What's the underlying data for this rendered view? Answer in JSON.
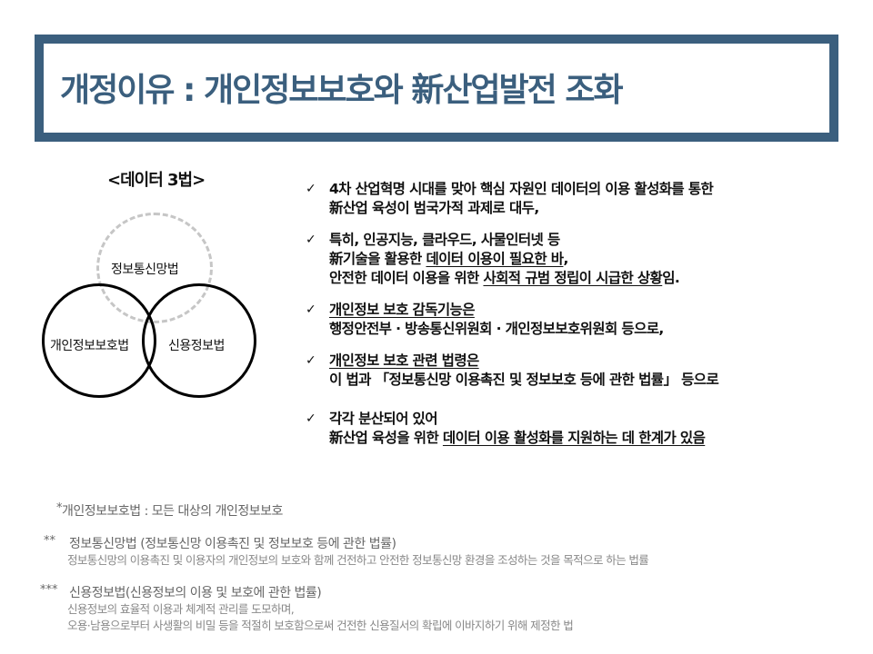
{
  "title": "개정이유 : 개인정보보호와 新산업발전 조화",
  "venn": {
    "heading": "<데이터 3법>",
    "circles": [
      {
        "label": "정보통신망법",
        "style": "dashed"
      },
      {
        "label": "개인정보보호법",
        "style": "solid"
      },
      {
        "label": "신용정보법",
        "style": "solid"
      }
    ]
  },
  "bullets": [
    {
      "icon": "checkmark-icon",
      "lines": [
        [
          {
            "text": "4차 산업혁명 시대를 맞아 핵심 자원인 데이터의 이용 활성화를 통한",
            "u": false
          }
        ],
        [
          {
            "text": "新산업 육성이 범국가적 과제로 대두,",
            "u": false
          }
        ]
      ]
    },
    {
      "icon": "checkmark-icon",
      "lines": [
        [
          {
            "text": "특히, 인공지능, 클라우드, 사물인터넷 등",
            "u": false
          }
        ],
        [
          {
            "text": "新기술을 활용한 ",
            "u": false
          },
          {
            "text": "데이터 이용이 필요한 바",
            "u": true
          },
          {
            "text": ",",
            "u": false
          }
        ],
        [
          {
            "text": "안전한 데이터 이용을 위한 ",
            "u": false
          },
          {
            "text": "사회적 규범 정립이 시급한 상황",
            "u": true
          },
          {
            "text": "임.",
            "u": false
          }
        ]
      ]
    },
    {
      "icon": "checkmark-icon",
      "lines": [
        [
          {
            "text": "개인정보 보호 감독기능은",
            "u": true
          }
        ],
        [
          {
            "text": "행정안전부 · 방송통신위원회 · 개인정보보호위원회 등으로,",
            "u": false
          }
        ]
      ]
    },
    {
      "icon": "checkmark-icon",
      "lines": [
        [
          {
            "text": "개인정보 보호 관련 법령은",
            "u": true
          }
        ],
        [
          {
            "text": "이 법과 「정보통신망 이용촉진 및 정보보호 등에 관한 법률」 등으로",
            "u": false
          }
        ]
      ]
    },
    {
      "icon": "checkmark-icon",
      "lines": [
        [
          {
            "text": "각각 분산되어 있어",
            "u": false
          }
        ],
        [
          {
            "text": "新산업 육성을 위한 ",
            "u": false
          },
          {
            "text": "데이터 이용 활성화를 지원하는 데 한계가 있음",
            "u": true
          }
        ]
      ]
    }
  ],
  "check_glyph": "✓",
  "notes": [
    {
      "mark": "*",
      "head": "개인정보보호법 : 모든 대상의 개인정보보호",
      "body": []
    },
    {
      "mark": "**",
      "head": "정보통신망법 (정보통신망 이용촉진 및 정보보호 등에 관한 법률)",
      "body": [
        "정보통신망의 이용촉진 및 이용자의 개인정보의 보호와 함께 건전하고 안전한 정보통신망 환경을 조성하는 것을 목적으로 하는 법률"
      ]
    },
    {
      "mark": "***",
      "head": "신용정보법(신용정보의 이용 및 보호에 관한 법률)",
      "body": [
        "신용정보의 효율적 이용과 체계적 관리를 도모하며,",
        "오용·남용으로부터 사생활의 비밀 등을 적절히 보호함으로써 건전한 신용질서의 확립에 이바지하기 위해 제정한 법"
      ]
    }
  ],
  "colors": {
    "frame": "#3B5F7E",
    "title": "#3B5F7E",
    "note_text": "#777777",
    "dashed_circle": "#C6C6C6"
  }
}
